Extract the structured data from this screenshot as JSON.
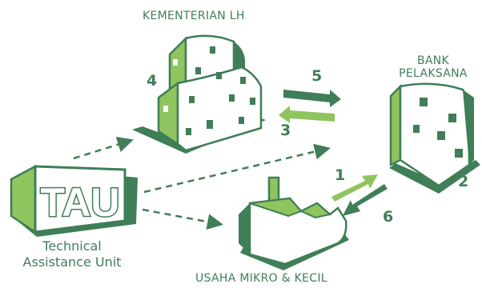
{
  "diagram": {
    "nodes": {
      "kementerian": {
        "label": "KEMENTERIAN LH",
        "step": "4"
      },
      "bank": {
        "label_line1": "BANK",
        "label_line2": "PELAKSANA",
        "step": "2"
      },
      "tau": {
        "sign": "TAU",
        "label_line1": "Technical",
        "label_line2": "Assistance Unit"
      },
      "usaha": {
        "label": "USAHA MIKRO & KECIL"
      }
    },
    "flows": [
      {
        "step": "5",
        "from": "kementerian",
        "to": "bank"
      },
      {
        "step": "3",
        "from": "bank",
        "to": "kementerian"
      },
      {
        "step": "1",
        "from": "usaha",
        "to": "bank"
      },
      {
        "step": "6",
        "from": "bank",
        "to": "usaha"
      }
    ],
    "colors": {
      "green_dark": "#3f7e57",
      "green_light": "#8fc45e",
      "white": "#ffffff"
    }
  }
}
